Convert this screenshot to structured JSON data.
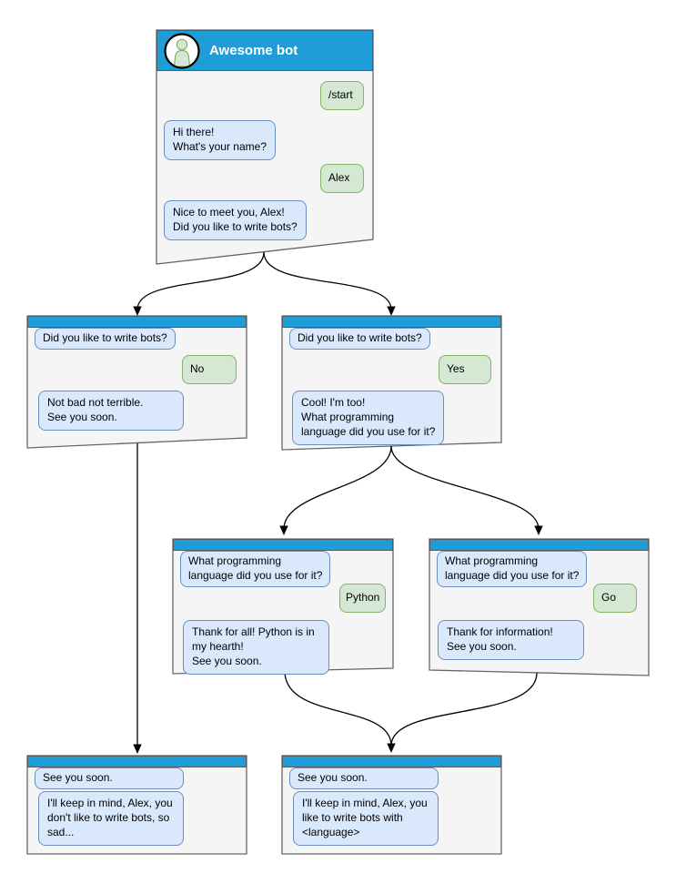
{
  "colors": {
    "header_blue": "#1e9dd8",
    "window_fill": "#f5f5f5",
    "window_border": "#666666",
    "bot_bubble_fill": "#dae8fc",
    "bot_bubble_border": "#6c8ebf",
    "user_bubble_fill": "#d5e8d4",
    "user_bubble_border": "#82b366",
    "arrow": "#000000"
  },
  "windows": {
    "main": {
      "title": "Awesome bot",
      "messages": [
        {
          "from": "user",
          "text": "/start"
        },
        {
          "from": "bot",
          "text": "Hi there!\nWhat's your name?"
        },
        {
          "from": "user",
          "text": "Alex"
        },
        {
          "from": "bot",
          "text": "Nice to meet you, Alex!\nDid you like to write bots?"
        }
      ]
    },
    "branch_no": {
      "messages": [
        {
          "from": "bot",
          "text": "Did you like to write bots?"
        },
        {
          "from": "user",
          "text": "No"
        },
        {
          "from": "bot",
          "text": "Not bad not terrible.\nSee you soon."
        }
      ]
    },
    "branch_yes": {
      "messages": [
        {
          "from": "bot",
          "text": "Did you like to write bots?"
        },
        {
          "from": "user",
          "text": "Yes"
        },
        {
          "from": "bot",
          "text": "Cool! I'm too!\nWhat programming\nlanguage did you use for it?"
        }
      ]
    },
    "branch_python": {
      "messages": [
        {
          "from": "bot",
          "text": "What programming\nlanguage did you use for it?"
        },
        {
          "from": "user",
          "text": "Python"
        },
        {
          "from": "bot",
          "text": "Thank for all! Python is in\nmy hearth!\nSee you soon."
        }
      ]
    },
    "branch_go": {
      "messages": [
        {
          "from": "bot",
          "text": "What programming\nlanguage did you use for it?"
        },
        {
          "from": "user",
          "text": "Go"
        },
        {
          "from": "bot",
          "text": "Thank for information!\nSee you soon."
        }
      ]
    },
    "end_no": {
      "messages": [
        {
          "from": "bot",
          "text": "See you soon."
        },
        {
          "from": "bot",
          "text": "I'll keep in mind, Alex, you\ndon't like to write bots, so\nsad..."
        }
      ]
    },
    "end_language": {
      "messages": [
        {
          "from": "bot",
          "text": "See you soon."
        },
        {
          "from": "bot",
          "text": "I'll keep in mind, Alex, you\nlike to write bots with\n<language>"
        }
      ]
    }
  },
  "edges": [
    {
      "from": "main",
      "to": "branch_no"
    },
    {
      "from": "main",
      "to": "branch_yes"
    },
    {
      "from": "branch_yes",
      "to": "branch_python"
    },
    {
      "from": "branch_yes",
      "to": "branch_go"
    },
    {
      "from": "branch_no",
      "to": "end_no"
    },
    {
      "from": "branch_python",
      "to": "end_language"
    },
    {
      "from": "branch_go",
      "to": "end_language"
    }
  ]
}
